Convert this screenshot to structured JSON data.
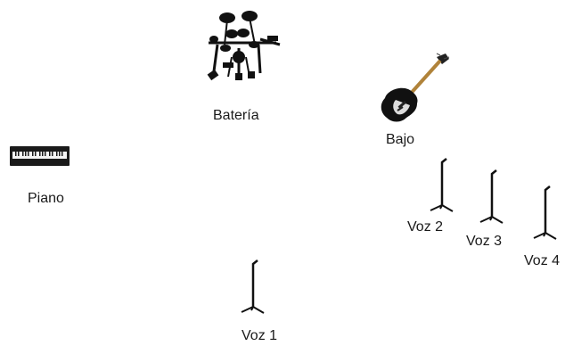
{
  "diagram": {
    "items": [
      {
        "id": "drums",
        "label": "Batería",
        "icon": "drum-kit-icon"
      },
      {
        "id": "bass",
        "label": "Bajo",
        "icon": "bass-guitar-icon"
      },
      {
        "id": "piano",
        "label": "Piano",
        "icon": "keyboard-icon"
      },
      {
        "id": "voice1",
        "label": "Voz 1",
        "icon": "mic-stand-icon"
      },
      {
        "id": "voice2",
        "label": "Voz 2",
        "icon": "mic-stand-icon"
      },
      {
        "id": "voice3",
        "label": "Voz 3",
        "icon": "mic-stand-icon"
      },
      {
        "id": "voice4",
        "label": "Voz 4",
        "icon": "mic-stand-icon"
      }
    ]
  }
}
